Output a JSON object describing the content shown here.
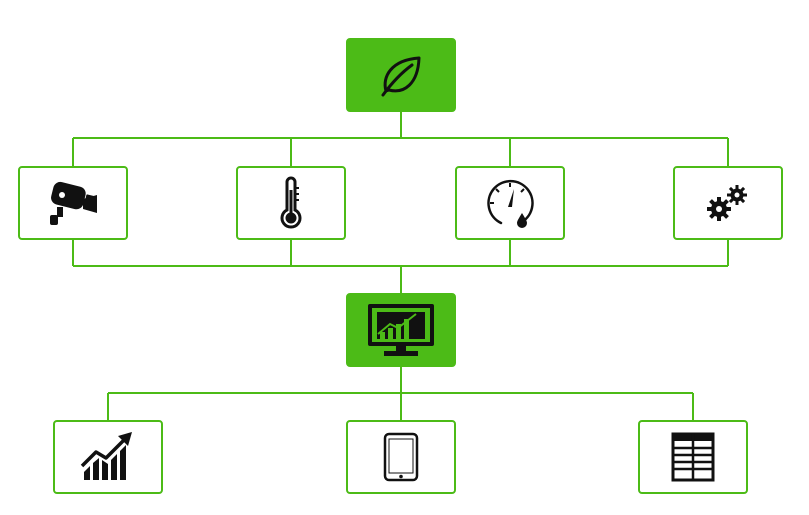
{
  "colors": {
    "accent": "#4cbb17",
    "icon": "#111111",
    "background": "#ffffff"
  },
  "nodes": {
    "top": {
      "icon": "leaf-icon",
      "style": "filled"
    },
    "sensors": [
      {
        "icon": "security-camera-icon",
        "style": "outline"
      },
      {
        "icon": "thermometer-icon",
        "style": "outline"
      },
      {
        "icon": "pressure-gauge-icon",
        "style": "outline"
      },
      {
        "icon": "gears-icon",
        "style": "outline"
      }
    ],
    "hub": {
      "icon": "monitor-chart-icon",
      "style": "filled"
    },
    "outputs": [
      {
        "icon": "growth-chart-icon",
        "style": "outline"
      },
      {
        "icon": "tablet-icon",
        "style": "outline"
      },
      {
        "icon": "table-grid-icon",
        "style": "outline"
      }
    ]
  }
}
